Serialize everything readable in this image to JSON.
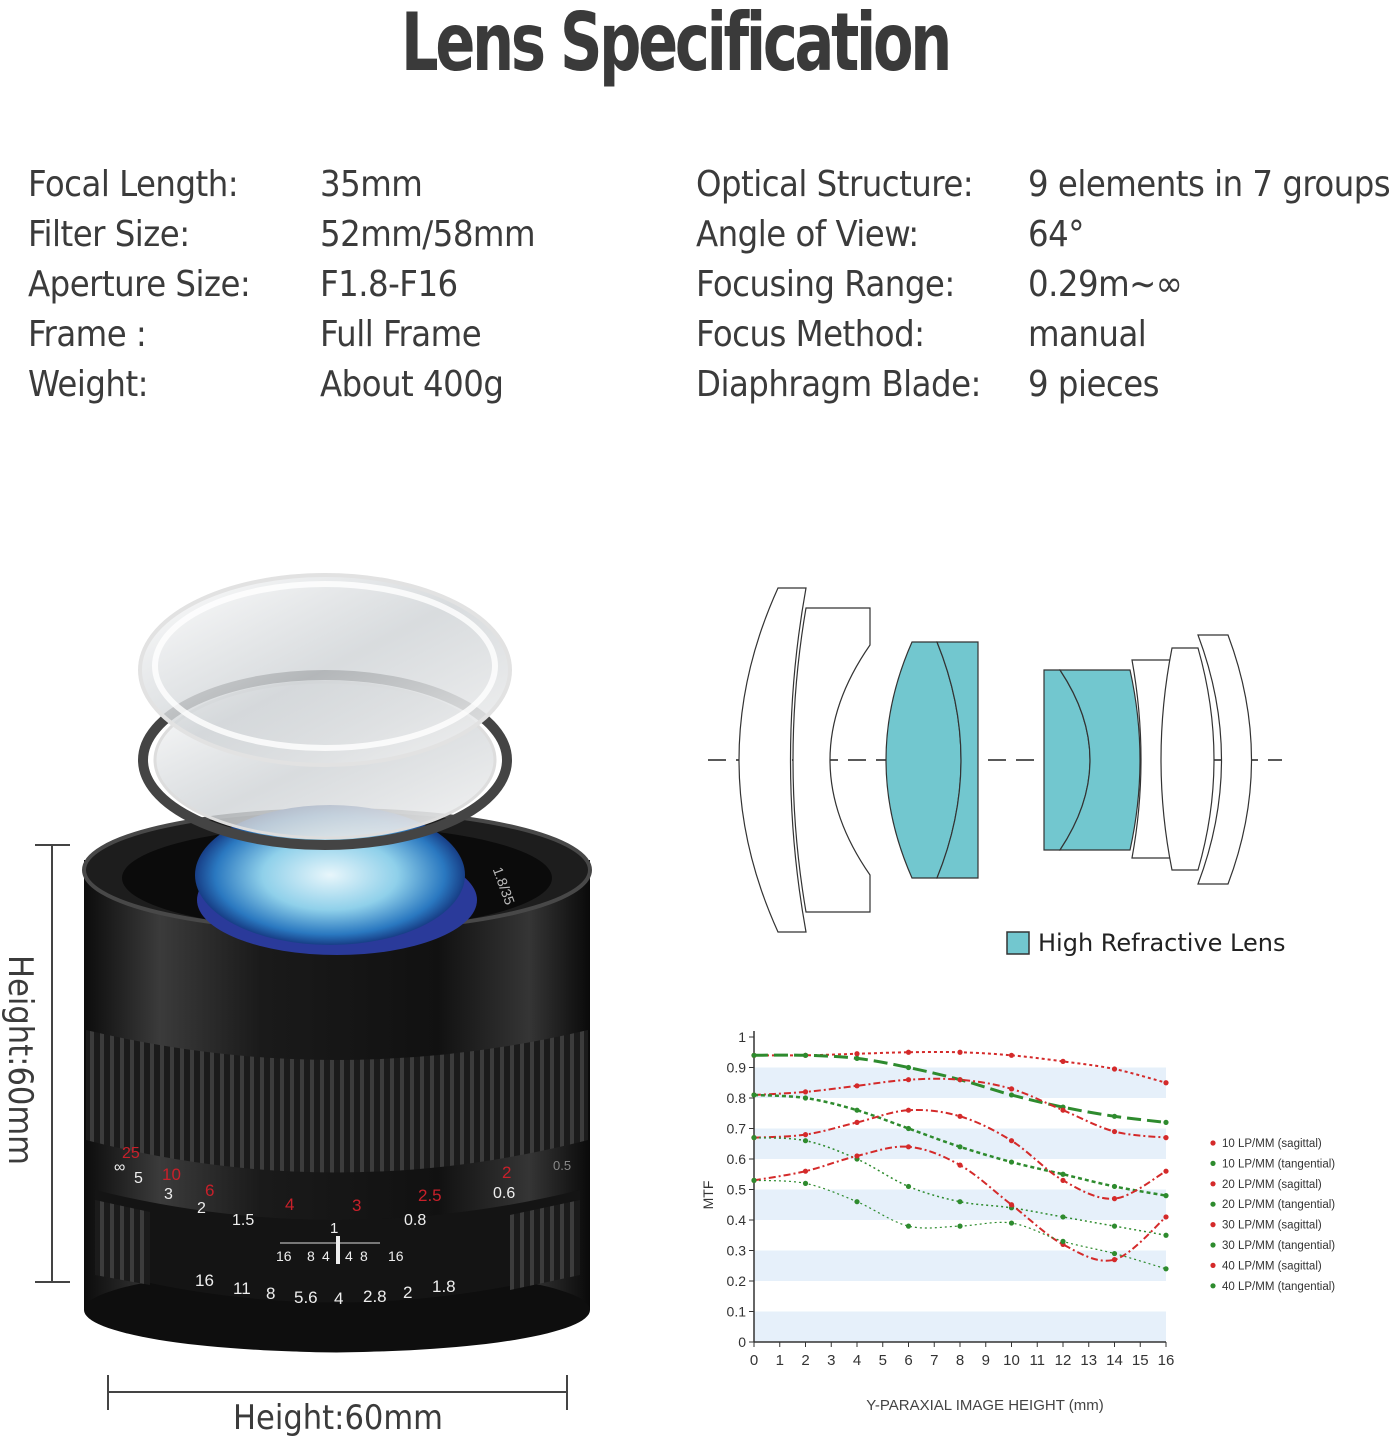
{
  "title": "Lens Specification",
  "specs_left": [
    {
      "label": "Focal Length:",
      "value": "35mm"
    },
    {
      "label": "Filter Size:",
      "value": "52mm/58mm"
    },
    {
      "label": "Aperture Size:",
      "value": "F1.8-F16"
    },
    {
      "label": "Frame :",
      "value": "Full Frame"
    },
    {
      "label": "Weight:",
      "value": "About 400g"
    }
  ],
  "specs_right": [
    {
      "label": "Optical Structure:",
      "value": "9 elements in 7 groups"
    },
    {
      "label": "Angle of View:",
      "value": "64°"
    },
    {
      "label": "Focusing Range:",
      "value": "0.29m∼∞"
    },
    {
      "label": "Focus Method:",
      "value": "manual"
    },
    {
      "label": "Diaphragm Blade:",
      "value": "9 pieces"
    }
  ],
  "dimensions": {
    "height_label": "Height:60mm",
    "width_label": "Height:60mm"
  },
  "lens_markings": {
    "distance_ft": [
      "25",
      "10",
      "6",
      "4",
      "3",
      "2.5",
      "2"
    ],
    "distance_m": [
      "∞",
      "5",
      "3",
      "2",
      "1.5",
      "1",
      "0.8",
      "0.6",
      "0.5"
    ],
    "dof_scale": [
      "16",
      "8",
      "4",
      "4",
      "8",
      "16"
    ],
    "aperture_ring": [
      "16",
      "11",
      "8",
      "5.6",
      "4",
      "2.8",
      "2",
      "1.8"
    ],
    "front_ring_text": "1.8/35"
  },
  "optical_diagram": {
    "legend_label": "High Refractive Lens",
    "highlight_color": "#72c7cf"
  },
  "chart_data": {
    "type": "line",
    "xlabel": "Y-PARAXIAL IMAGE HEIGHT (mm)",
    "ylabel": "MTF",
    "xlim": [
      0,
      16
    ],
    "ylim": [
      0,
      1
    ],
    "x_ticks": [
      "0",
      "1",
      "2",
      "3",
      "4",
      "5",
      "6",
      "7",
      "8",
      "9",
      "10",
      "11",
      "12",
      "13",
      "14",
      "15",
      "16"
    ],
    "y_ticks": [
      "0",
      "0.1",
      "0.2",
      "0.3",
      "0.4",
      "0.5",
      "0.6",
      "0.7",
      "0.8",
      "0.9",
      "1"
    ],
    "grid": "horizontal bands",
    "legend_position": "right",
    "series": [
      {
        "name": "10 LP/MM (sagittal)",
        "color": "#d42a2a",
        "x": [
          0,
          2,
          4,
          6,
          8,
          10,
          12,
          14,
          16
        ],
        "values": [
          0.94,
          0.94,
          0.945,
          0.95,
          0.95,
          0.94,
          0.92,
          0.895,
          0.85
        ]
      },
      {
        "name": "10 LP/MM (tangential)",
        "color": "#2e8b2e",
        "x": [
          0,
          2,
          4,
          6,
          8,
          10,
          12,
          14,
          16
        ],
        "values": [
          0.94,
          0.94,
          0.93,
          0.9,
          0.86,
          0.81,
          0.77,
          0.74,
          0.72
        ]
      },
      {
        "name": "20 LP/MM (sagittal)",
        "color": "#d42a2a",
        "x": [
          0,
          2,
          4,
          6,
          8,
          10,
          12,
          14,
          16
        ],
        "values": [
          0.81,
          0.82,
          0.84,
          0.86,
          0.86,
          0.83,
          0.76,
          0.69,
          0.67
        ]
      },
      {
        "name": "20 LP/MM (tangential)",
        "color": "#2e8b2e",
        "x": [
          0,
          2,
          4,
          6,
          8,
          10,
          12,
          14,
          16
        ],
        "values": [
          0.81,
          0.8,
          0.76,
          0.7,
          0.64,
          0.59,
          0.55,
          0.51,
          0.48
        ]
      },
      {
        "name": "30 LP/MM (sagittal)",
        "color": "#d42a2a",
        "x": [
          0,
          2,
          4,
          6,
          8,
          10,
          12,
          14,
          16
        ],
        "values": [
          0.67,
          0.68,
          0.72,
          0.76,
          0.74,
          0.66,
          0.53,
          0.47,
          0.56
        ]
      },
      {
        "name": "30 LP/MM (tangential)",
        "color": "#2e8b2e",
        "x": [
          0,
          2,
          4,
          6,
          8,
          10,
          12,
          14,
          16
        ],
        "values": [
          0.67,
          0.66,
          0.6,
          0.51,
          0.46,
          0.44,
          0.41,
          0.38,
          0.35
        ]
      },
      {
        "name": "40 LP/MM (sagittal)",
        "color": "#d42a2a",
        "x": [
          0,
          2,
          4,
          6,
          8,
          10,
          12,
          14,
          16
        ],
        "values": [
          0.53,
          0.56,
          0.61,
          0.64,
          0.58,
          0.45,
          0.32,
          0.27,
          0.41
        ]
      },
      {
        "name": "40 LP/MM (tangential)",
        "color": "#2e8b2e",
        "x": [
          0,
          2,
          4,
          6,
          8,
          10,
          12,
          14,
          16
        ],
        "values": [
          0.53,
          0.52,
          0.46,
          0.38,
          0.38,
          0.39,
          0.33,
          0.29,
          0.24
        ]
      }
    ]
  }
}
